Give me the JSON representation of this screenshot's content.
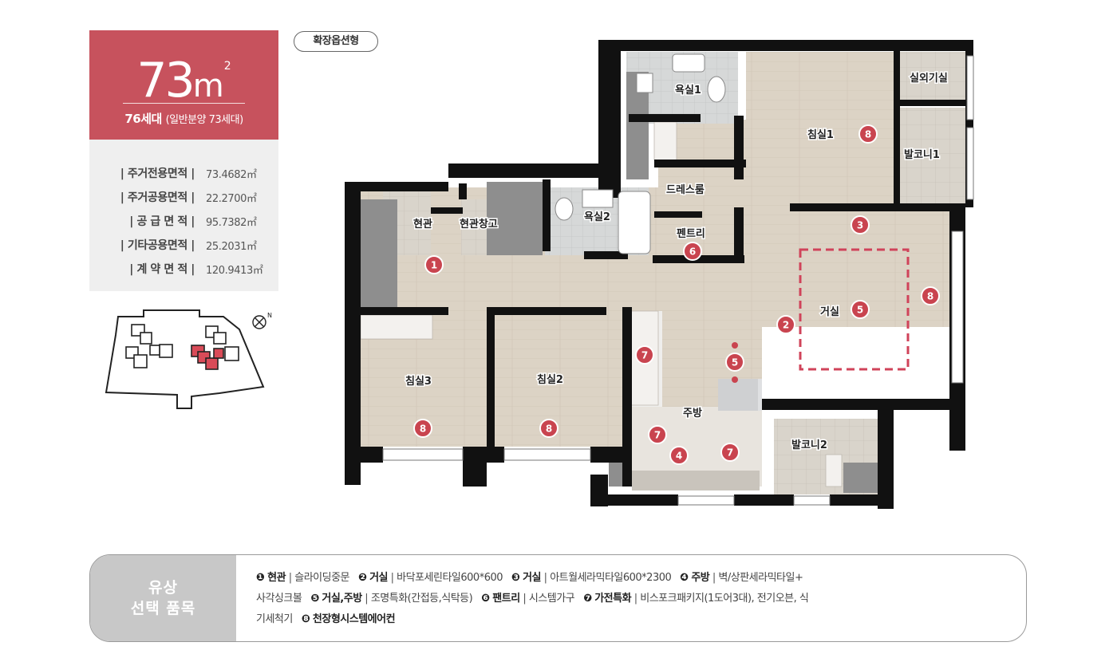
{
  "unit_info": {
    "area_number": "73",
    "area_unit": "m",
    "area_sup": "2",
    "households_main": "76세대",
    "households_sub": "(일반분양 73세대)",
    "specs": [
      {
        "label": "| 주거전용면적 |",
        "value": "73.4682㎡"
      },
      {
        "label": "| 주거공용면적 |",
        "value": "22.2700㎡"
      },
      {
        "label": "| 공  급  면  적 |",
        "value": "95.7382㎡"
      },
      {
        "label": "| 기타공용면적 |",
        "value": "25.2031㎡"
      },
      {
        "label": "| 계  약  면  적 |",
        "value": "120.9413㎡"
      }
    ]
  },
  "plan": {
    "option_tag": "확장옵션형",
    "rooms": {
      "bath1": "욕실1",
      "bedroom1": "침실1",
      "outdoor_unit": "실외기실",
      "balcony1": "발코니1",
      "dressroom": "드레스룸",
      "entrance": "현관",
      "entrance_storage": "현관창고",
      "bath2": "욕실2",
      "pantry": "펜트리",
      "living": "거실",
      "bedroom3": "침실3",
      "bedroom2": "침실2",
      "kitchen": "주방",
      "balcony2": "발코니2"
    },
    "markers": {
      "m_bed1": "8",
      "m_3": "3",
      "m_1": "1",
      "m_6": "6",
      "m_living": "5",
      "m_living_right": "8",
      "m_2": "2",
      "m_7_top": "7",
      "m_5_mid": "5",
      "m_bed3": "8",
      "m_bed2": "8",
      "m_7_left": "7",
      "m_4": "4",
      "m_7_right": "7"
    }
  },
  "options": {
    "title_line1": "유상",
    "title_line2": "선택 품목",
    "items": [
      {
        "num": "❶",
        "name": "현관",
        "desc": "슬라이딩중문"
      },
      {
        "num": "❷",
        "name": "거실",
        "desc": "바닥포세린타일600*600"
      },
      {
        "num": "❸",
        "name": "거실",
        "desc": "아트월세라믹타일600*2300"
      },
      {
        "num": "❹",
        "name": "주방",
        "desc": "벽/상판세라믹타일+"
      },
      {
        "num": "",
        "name": "",
        "desc": "사각싱크볼"
      },
      {
        "num": "❺",
        "name": "거실,주방",
        "desc": "조명특화(간접등,식탁등)"
      },
      {
        "num": "❻",
        "name": "팬트리",
        "desc": "시스템가구"
      },
      {
        "num": "❼",
        "name": "가전특화",
        "desc": "비스포크패키지(1도어3대), 전기오븐, 식"
      },
      {
        "num": "",
        "name": "",
        "desc": "기세척기"
      },
      {
        "num": "❽",
        "name": "천장형시스템에어컨",
        "desc": ""
      }
    ]
  },
  "colors": {
    "accent": "#c7525d",
    "marker": "#c9444f",
    "wall": "#111111",
    "floor_wood": "#dcd3c5",
    "option_header": "#c8c8c8"
  }
}
